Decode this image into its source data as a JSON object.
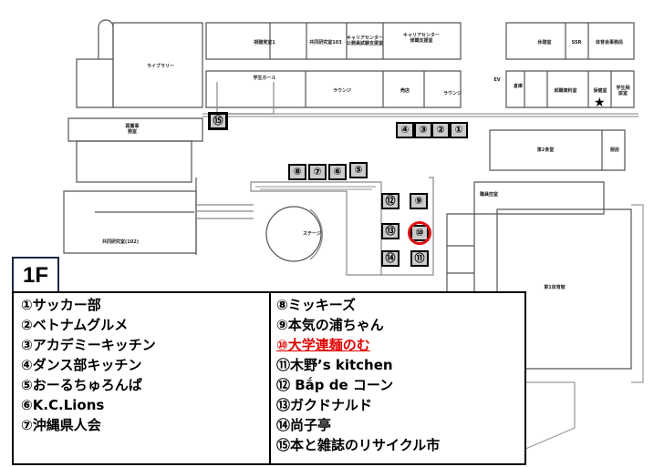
{
  "floor_label": "1F",
  "rooms": {
    "library": "ライブラリー",
    "av_room": "視聴覚室1",
    "lab103": "共同研究室103",
    "career_exam": "キャリアセンター公務員試験支援室",
    "career_job": "キャリアセンター修職支援室",
    "rest": "休憩室",
    "ssr": "SSR",
    "sports_office": "体育会事務局",
    "student_hall": "学生ホール",
    "lounge1": "ラウンジ",
    "shop": "売店",
    "lounge2": "ラウンジ",
    "ev": "EV",
    "storage": "倉庫",
    "job_info": "就職資料室",
    "health": "保健室",
    "counsel": "学生相談室",
    "library_office": "図書事務室",
    "cafeteria2": "第2食堂",
    "kitchen": "厨房",
    "staff_room": "職員控室",
    "gym1": "第1体育館",
    "stage": "ステージ",
    "lab102": "共同研究室(102)"
  },
  "markers": [
    "①",
    "②",
    "③",
    "④",
    "⑤",
    "⑥",
    "⑦",
    "⑧",
    "⑨",
    "⑩",
    "⑪",
    "⑫",
    "⑬",
    "⑭",
    "⑮"
  ],
  "highlight_color": "#e01010",
  "legend": {
    "left": [
      "①サッカー部",
      "②ベトナムグルメ",
      "③アカデミーキッチン",
      "④ダンス部キッチン",
      "⑤おーるちゅろんぱ",
      "⑥K.C.Lions",
      "⑦沖縄県人会"
    ],
    "right": [
      "⑧ミッキーズ",
      "⑨本気の浦ちゃん",
      "⑩大学連麺のむ",
      "⑪木野’s kitchen",
      "⑫ Bắp de コーン",
      "⑬ガクドナルド",
      "⑭尚子亭",
      "⑮本と雑誌のリサイクル市"
    ]
  }
}
